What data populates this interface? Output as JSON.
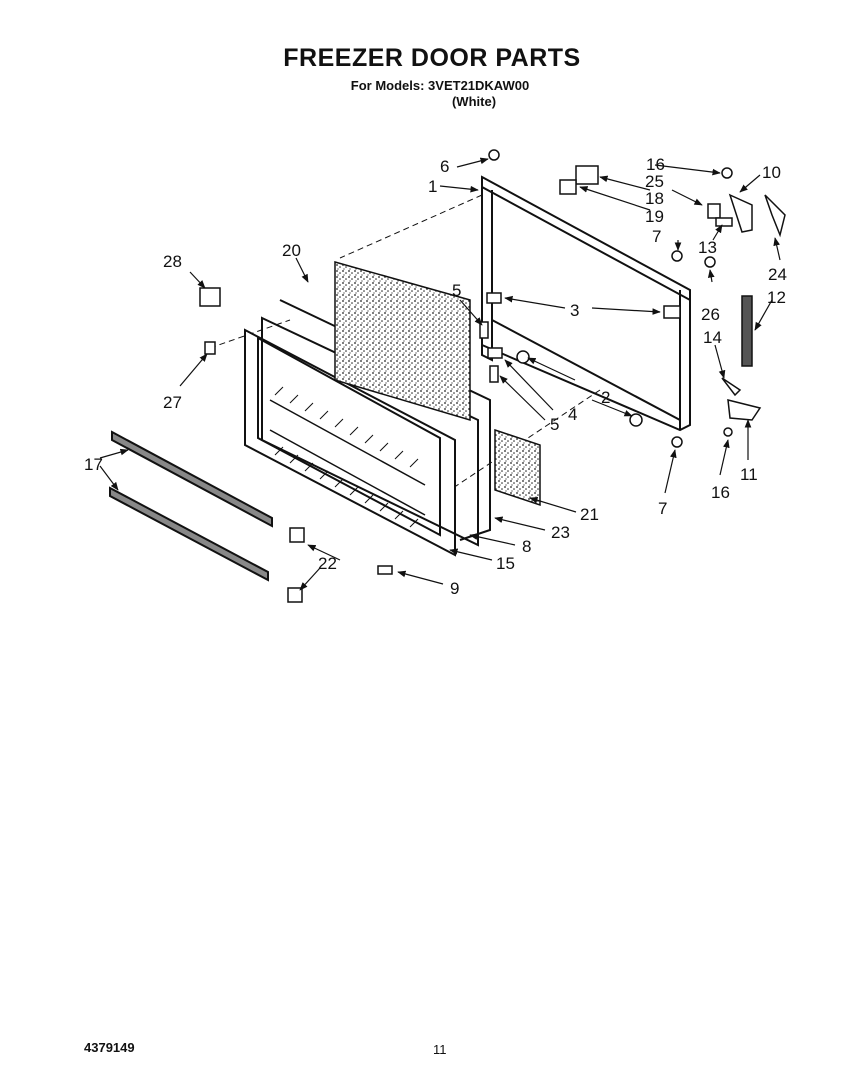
{
  "header": {
    "title": "FREEZER DOOR PARTS",
    "models_line": "For Models: 3VET21DKAW00",
    "color_line": "(White)"
  },
  "callouts": {
    "c1": "1",
    "c2": "2",
    "c3": "3",
    "c4": "4",
    "c5a": "5",
    "c5b": "5",
    "c6": "6",
    "c7a": "7",
    "c7b": "7",
    "c8": "8",
    "c9": "9",
    "c10": "10",
    "c11": "11",
    "c12": "12",
    "c13": "13",
    "c14": "14",
    "c15": "15",
    "c16a": "16",
    "c16b": "16",
    "c17": "17",
    "c18": "18",
    "c19": "19",
    "c20": "20",
    "c21": "21",
    "c22": "22",
    "c23": "23",
    "c24": "24",
    "c25": "25",
    "c26": "26",
    "c27": "27",
    "c28": "28"
  },
  "footer": {
    "part_number": "4379149",
    "page_number": "11"
  }
}
